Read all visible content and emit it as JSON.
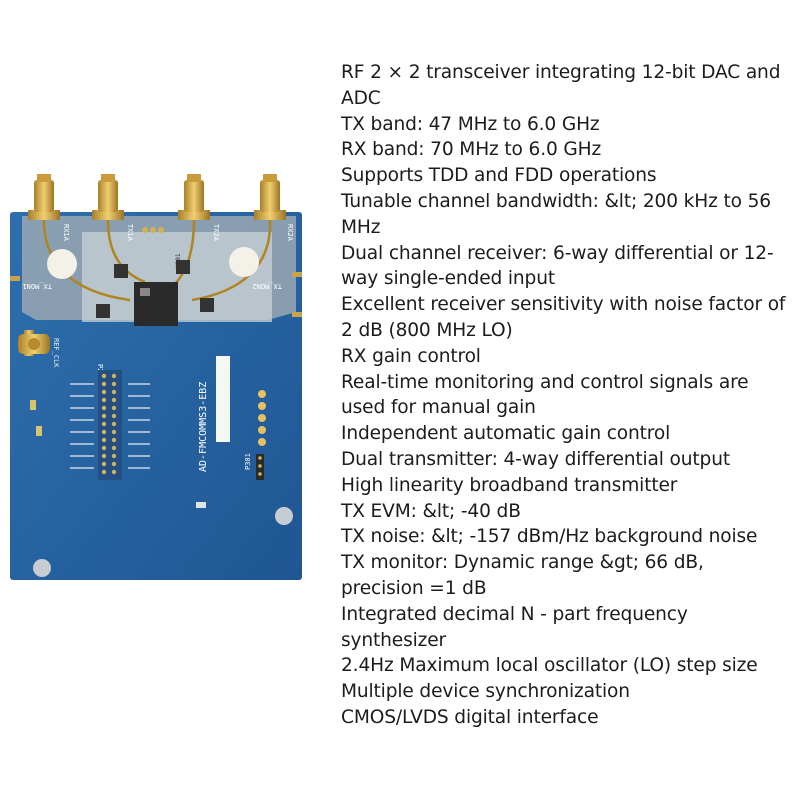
{
  "board": {
    "silkscreen": {
      "board_name": "AD-FMCOMMS3-EBZ",
      "ref_clk": "REF_CLK",
      "rx1a": "RX1A",
      "tx1a": "TX1A",
      "tx2a": "TX2A",
      "rx2a": "RX2A",
      "tx_mon1": "TX_MON1",
      "tx_mon2": "TX_MON2",
      "u101": "U101",
      "p202": "P202",
      "p301": "P301"
    }
  },
  "specs": [
    "RF 2 × 2 transceiver integrating 12-bit DAC and ADC",
    "TX band: 47 MHz to 6.0 GHz",
    "RX band: 70 MHz to 6.0 GHz",
    "Supports TDD and FDD operations",
    "Tunable channel bandwidth: &lt; 200 kHz to 56 MHz",
    "Dual channel receiver: 6-way differential or 12-way single-ended input",
    "Excellent receiver sensitivity with noise factor of 2 dB (800 MHz LO)",
    "RX gain control",
    "Real-time monitoring and control signals are used for manual gain",
    "Independent automatic gain control",
    "Dual transmitter: 4-way differential output",
    "High linearity broadband transmitter",
    "TX EVM: &lt; -40 dB",
    "TX noise: &lt; -157 dBm/Hz background noise",
    "TX monitor: Dynamic range &gt; 66 dB, precision =1 dB",
    "Integrated decimal N - part frequency synthesizer",
    "2.4Hz Maximum local oscillator (LO) step size",
    "Multiple device synchronization",
    "CMOS/LVDS digital interface"
  ]
}
